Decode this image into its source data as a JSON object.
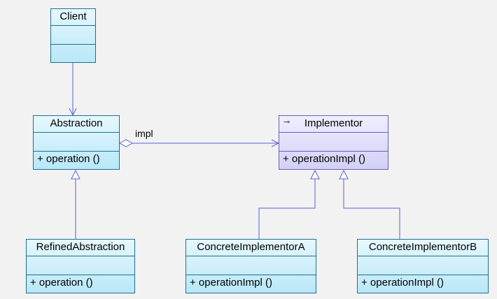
{
  "classes": {
    "client": {
      "name": "Client",
      "operation": ""
    },
    "abstraction": {
      "name": "Abstraction",
      "operation": "+  operation ()"
    },
    "implementor": {
      "name": "Implementor",
      "operation": "+  operationImpl ()"
    },
    "refined": {
      "name": "RefinedAbstraction",
      "operation": "+  operation ()"
    },
    "concreteA": {
      "name": "ConcreteImplementorA",
      "operation": "+  operationImpl ()"
    },
    "concreteB": {
      "name": "ConcreteImplementorB",
      "operation": "+  operationImpl ()"
    }
  },
  "associations": {
    "impl_label": "impl"
  },
  "colors": {
    "class_border": "#1f6f8e",
    "interface_border": "#6b5db2",
    "connector": "#5b5fd6"
  }
}
